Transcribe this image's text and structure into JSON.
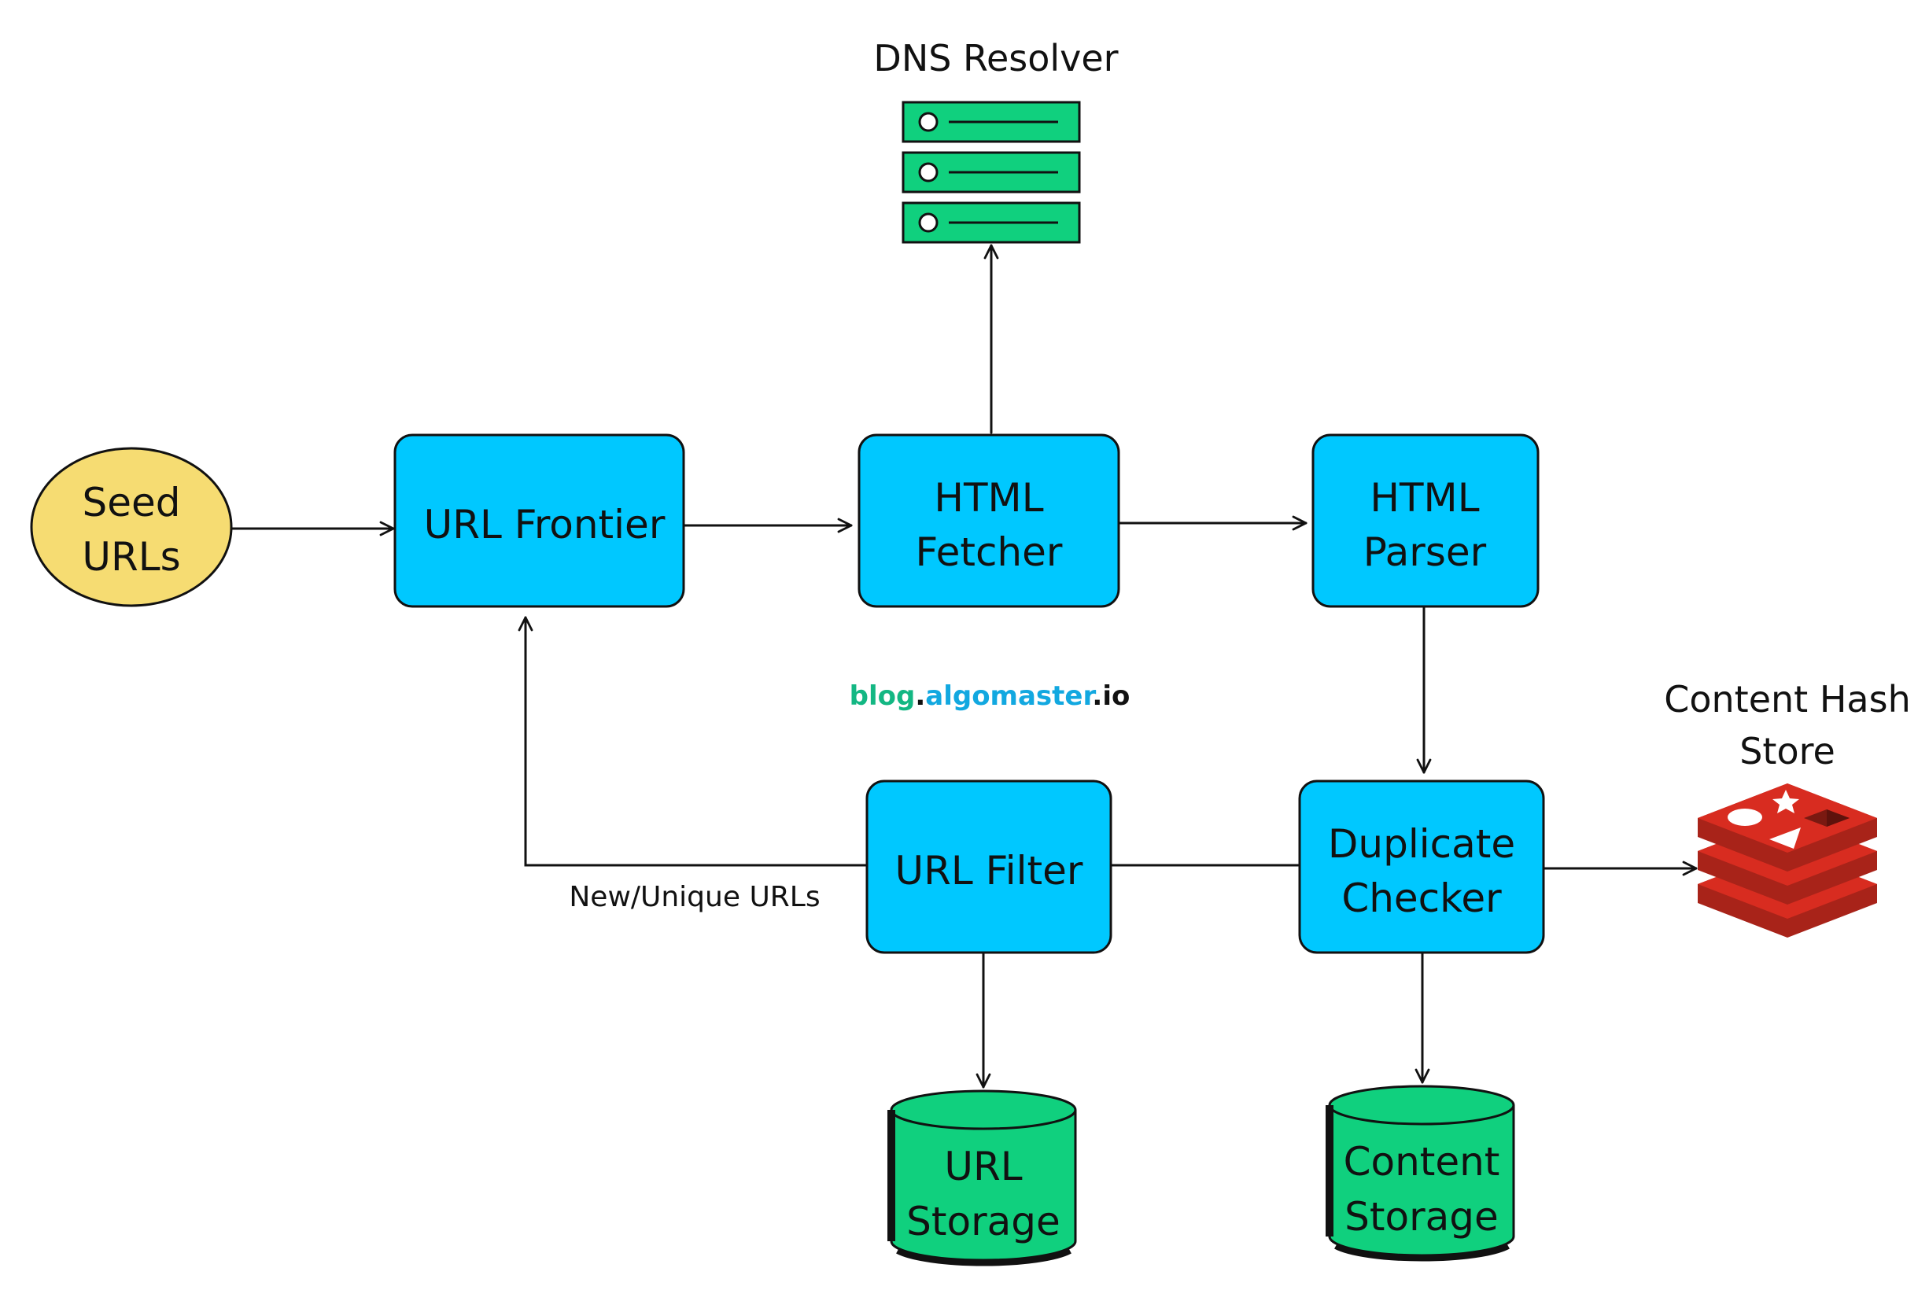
{
  "colors": {
    "process": "#00c8ff",
    "storage": "#10d07e",
    "seed": "#f6dc72",
    "redis": "#d82c20",
    "stroke": "#111111",
    "watermark_blog": "#13b783",
    "watermark_algomaster": "#12a8e0",
    "watermark_io": "#111111"
  },
  "nodes": {
    "seed_urls": {
      "line1": "Seed",
      "line2": "URLs"
    },
    "url_frontier": {
      "label": "URL Frontier"
    },
    "html_fetcher": {
      "line1": "HTML",
      "line2": "Fetcher"
    },
    "html_parser": {
      "line1": "HTML",
      "line2": "Parser"
    },
    "url_filter": {
      "label": "URL Filter"
    },
    "duplicate_checker": {
      "line1": "Duplicate",
      "line2": "Checker"
    },
    "url_storage": {
      "line1": "URL",
      "line2": "Storage"
    },
    "content_storage": {
      "line1": "Content",
      "line2": "Storage"
    },
    "dns_resolver": {
      "label": "DNS Resolver",
      "icon": "server-rack-icon"
    },
    "content_hash_store": {
      "line1": "Content Hash",
      "line2": "Store",
      "icon": "redis-icon"
    }
  },
  "edges": {
    "new_unique_urls_label": "New/Unique URLs"
  },
  "watermark": {
    "blog": "blog",
    "dot1": ".",
    "algomaster": "algomaster",
    "dot2": ".",
    "io": "io"
  }
}
